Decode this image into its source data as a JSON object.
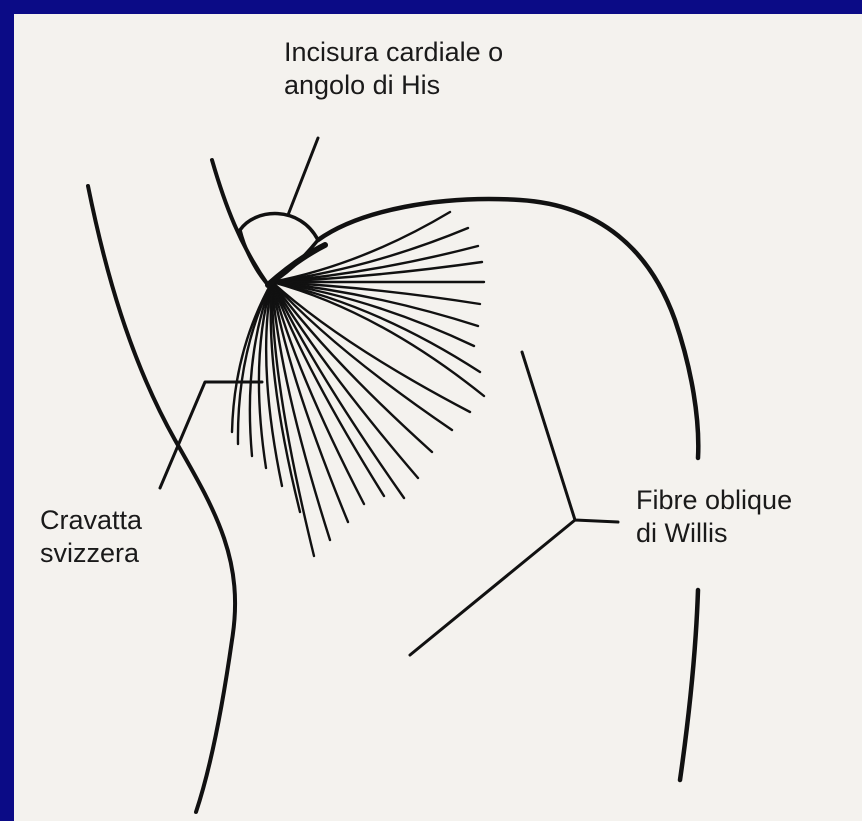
{
  "labels": {
    "incisura": {
      "line1": "Incisura cardiale o",
      "line2": "angolo di His"
    },
    "cravatta": {
      "line1": "Cravatta",
      "line2": "svizzera"
    },
    "willis": {
      "line1": "Fibre oblique",
      "line2": "di Willis"
    }
  },
  "colors": {
    "frame": "#0b0b86",
    "paper": "#f4f2ee",
    "ink": "#111111"
  }
}
